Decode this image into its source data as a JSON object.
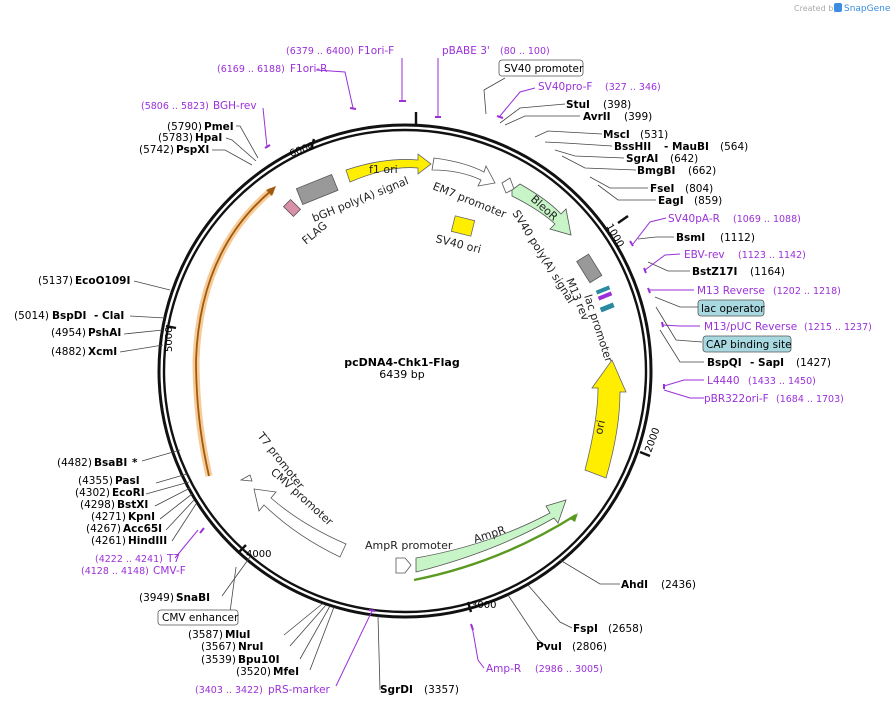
{
  "credit": "Created by",
  "brand": "SnapGene",
  "plasmid": {
    "name": "pcDNA4-Chk1-Flag",
    "size": "6439 bp"
  },
  "ticks": [
    "1000",
    "2000",
    "3000",
    "4000",
    "5000",
    "6000"
  ],
  "features": {
    "f1ori": "f1 ori",
    "em7": "EM7 promoter",
    "bleor": "BleoR",
    "sv40pa": "SV40 poly(A) signal",
    "m13rev": "M13 rev",
    "lacprom": "lac promoter",
    "ori": "ori",
    "ampr": "AmpR",
    "amprprom": "AmpR promoter",
    "cmvprom": "CMV promoter",
    "t7prom": "T7 promoter",
    "sv40ori": "SV40 ori",
    "bgh": "bGH poly(A) signal",
    "flag": "FLAG"
  },
  "right_enzymes": [
    {
      "name": "StuI",
      "pos": "(398)"
    },
    {
      "name": "AvrII",
      "pos": "(399)"
    },
    {
      "name": "MscI",
      "pos": "(531)"
    },
    {
      "name": "BssHII",
      "extra": "- MauBI",
      "pos": "(564)"
    },
    {
      "name": "SgrAI",
      "pos": "(642)"
    },
    {
      "name": "BmgBI",
      "pos": "(662)"
    },
    {
      "name": "FseI",
      "pos": "(804)"
    },
    {
      "name": "EagI",
      "pos": "(859)"
    },
    {
      "name": "BsmI",
      "pos": "(1112)"
    },
    {
      "name": "BstZ17I",
      "pos": "(1164)"
    },
    {
      "name": "BspQI",
      "extra": "- SapI",
      "pos": "(1427)"
    },
    {
      "name": "AhdI",
      "pos": "(2436)"
    },
    {
      "name": "FspI",
      "pos": "(2658)"
    },
    {
      "name": "PvuI",
      "pos": "(2806)"
    },
    {
      "name": "SgrDI",
      "pos": "(3357)"
    }
  ],
  "right_primers": [
    {
      "name": "SV40pro-F",
      "pos": "(327 .. 346)"
    },
    {
      "name": "SV40pA-R",
      "pos": "(1069 .. 1088)"
    },
    {
      "name": "EBV-rev",
      "pos": "(1123 .. 1142)"
    },
    {
      "name": "M13 Reverse",
      "pos": "(1202 .. 1218)"
    },
    {
      "name": "M13/pUC Reverse",
      "pos": "(1215 .. 1237)"
    },
    {
      "name": "L4440",
      "pos": "(1433 .. 1450)"
    },
    {
      "name": "pBR322ori-F",
      "pos": "(1684 .. 1703)"
    },
    {
      "name": "Amp-R",
      "pos": "(2986 .. 3005)"
    }
  ],
  "boxes": {
    "sv40prom": "SV40 promoter",
    "lacop": "lac operator",
    "cap": "CAP binding site",
    "cmvenh": "CMV enhancer"
  },
  "top_primers": [
    {
      "name": "F1ori-F",
      "pos": "(6379 .. 6400)"
    },
    {
      "name": "pBABE 3'",
      "pos": "(80 .. 100)"
    },
    {
      "name": "F1ori-R",
      "pos": "(6169 .. 6188)"
    },
    {
      "name": "BGH-rev",
      "pos": "(5806 .. 5823)"
    }
  ],
  "left_enzymes": [
    {
      "name": "PmeI",
      "pos": "(5790)"
    },
    {
      "name": "HpaI",
      "pos": "(5783)"
    },
    {
      "name": "PspXI",
      "pos": "(5742)"
    },
    {
      "name": "EcoO109I",
      "pos": "(5137)"
    },
    {
      "name": "BspDI",
      "extra": "- ClaI",
      "pos": "(5014)"
    },
    {
      "name": "PshAI",
      "pos": "(4954)"
    },
    {
      "name": "XcmI",
      "pos": "(4882)"
    },
    {
      "name": "BsaBI",
      "extra": "*",
      "pos": "(4482)"
    },
    {
      "name": "PasI",
      "pos": "(4355)"
    },
    {
      "name": "EcoRI",
      "pos": "(4302)"
    },
    {
      "name": "BstXI",
      "pos": "(4298)"
    },
    {
      "name": "KpnI",
      "pos": "(4271)"
    },
    {
      "name": "Acc65I",
      "pos": "(4267)"
    },
    {
      "name": "HindIII",
      "pos": "(4261)"
    },
    {
      "name": "SnaBI",
      "pos": "(3949)"
    },
    {
      "name": "MluI",
      "pos": "(3587)"
    },
    {
      "name": "NruI",
      "pos": "(3567)"
    },
    {
      "name": "Bpu10I",
      "pos": "(3539)"
    },
    {
      "name": "MfeI",
      "pos": "(3520)"
    }
  ],
  "left_primers": [
    {
      "name": "T7",
      "pos": "(4222 .. 4241)"
    },
    {
      "name": "CMV-F",
      "pos": "(4128 .. 4148)"
    },
    {
      "name": "pRS-marker",
      "pos": "(3403 .. 3422)"
    }
  ]
}
